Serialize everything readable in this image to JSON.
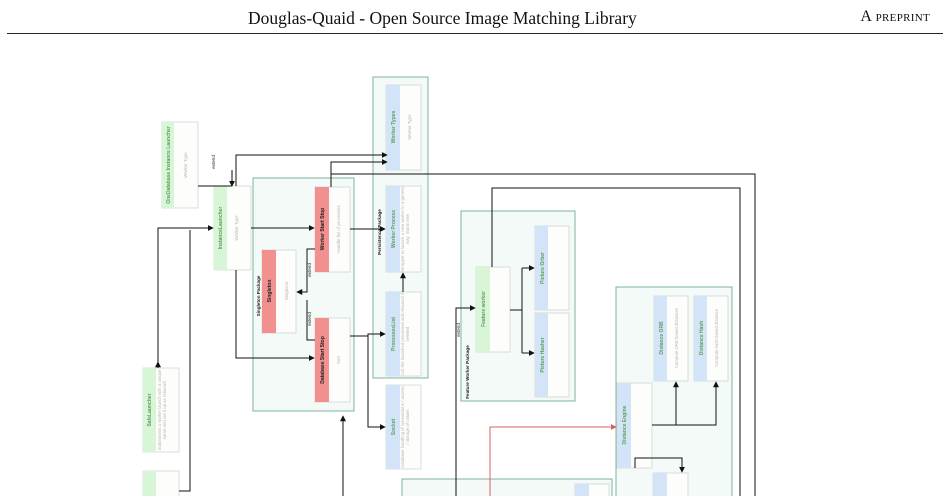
{
  "header": {
    "title": "Douglas-Quaid - Open Source Image Matching Library",
    "preprint": "A preprint"
  },
  "packages": {
    "persistence": "Persistence Package",
    "singleton": "Singleton Package",
    "feature_worker": "Feature Worker Package"
  },
  "nodes": {
    "db_instance_launcher": {
      "title": "OneDatabase Instance Launcher",
      "body": "Worker Type"
    },
    "instance_launcher": {
      "title": "InstanceLauncher",
      "body": "Worker Type"
    },
    "worker_start_stop": {
      "title": "Worker Start Stop",
      "body": "Handle list of processes"
    },
    "database_start_stop": {
      "title": "Database Start Stop",
      "body": "Sort"
    },
    "singleton": {
      "title": "Singleton",
      "body": "Singleton"
    },
    "worker_types": {
      "title": "Worker Types",
      "body": "Worker Type"
    },
    "worker_process": {
      "title": "Worker Process",
      "body": "Wrapper to launch a new worker in a generic way. Starts new"
    },
    "processes_list": {
      "title": "ProcessesList",
      "body": "List the launched processes and relaunch if needed"
    },
    "socket": {
      "title": "Socket",
      "body": "Database handling of connections / access / storage of values"
    },
    "feature_worker": {
      "title": "Feature worker",
      "body": ""
    },
    "picture_orber": {
      "title": "Picture Orber",
      "body": ""
    },
    "picture_hasher": {
      "title": "Picture Hasher",
      "body": ""
    },
    "distance_orb": {
      "title": "Distance ORB",
      "body": "Compute ORB based distances"
    },
    "distance_hash": {
      "title": "Distance Hash",
      "body": "Compute hash based distance"
    },
    "distance_engine": {
      "title": "Distance Engine",
      "body": ""
    },
    "safe_launcher": {
      "title": "SafeLauncher",
      "body": "Subprocess a worker launch with a unique name and set it up as relaunch"
    }
  },
  "edge_labels": {
    "extend_1": "extend",
    "extend_2": "extend",
    "extend_3": "extend",
    "extend_4": "extend"
  },
  "colors": {
    "green_header": "#d9f5d7",
    "blue_header": "#d3e4f8",
    "red_header": "#f28f8f",
    "package_border": "#7db39c",
    "package_fill": "#f4faf8",
    "red_line": "#d96060"
  }
}
